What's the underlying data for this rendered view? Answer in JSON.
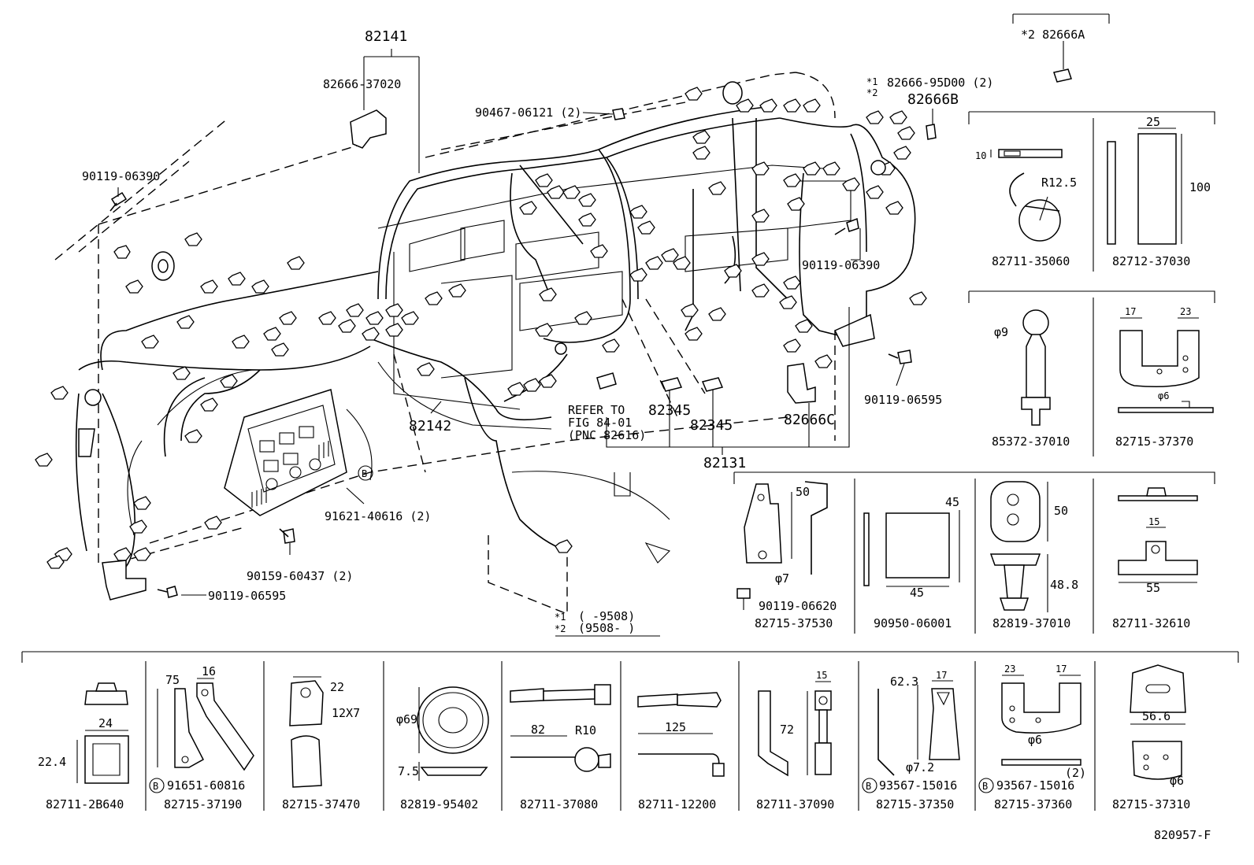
{
  "main_labels": {
    "l82141": "82141",
    "l82666_37020": "82666-37020",
    "l90467": "90467-06121 (2)",
    "l90119_06390_left": "90119-06390",
    "l90119_06390_right": "90119-06390",
    "l90119_06595_right": "90119-06595",
    "l90119_06595_bottom": "90119-06595",
    "l91621": "91621-40616 (2)",
    "l90159": "90159-60437 (2)",
    "l82142": "82142",
    "l82345_a": "82345",
    "l82345_b": "82345",
    "l82666C": "82666C",
    "l82131": "82131",
    "refer1": "REFER TO",
    "refer2": "FIG 84-01",
    "refer3": "(PNC 82616)",
    "l82666_95D00": "82666-95D00 (2)",
    "star1_top": "*1",
    "star2_top": "*2",
    "l82666B": "82666B",
    "l82666A": "*2 82666A",
    "note_star1": "*1",
    "note_range1": "(    -9508)",
    "note_star2": "*2",
    "note_range2": "(9508-    )",
    "circle_b": "B"
  },
  "right_panel": {
    "r1": {
      "p1": {
        "code": "82711-35060",
        "dim_10": "10",
        "dim_r": "R12.5"
      },
      "p2": {
        "code": "82712-37030",
        "dim_25": "25",
        "dim_100": "100"
      }
    },
    "r2": {
      "p1": {
        "code": "85372-37010",
        "dim_phi": "φ9"
      },
      "p2": {
        "code": "82715-37370",
        "dim_17": "17",
        "dim_23": "23",
        "dim_phi": "φ6"
      }
    },
    "r3": {
      "p1": {
        "code": "82715-37530",
        "bolt": "90119-06620",
        "dim_50": "50",
        "dim_phi": "φ7"
      },
      "p2": {
        "code": "90950-06001",
        "dim_45a": "45",
        "dim_45b": "45"
      },
      "p3": {
        "code": "82819-37010",
        "dim_50": "50",
        "dim_48": "48.8"
      },
      "p4": {
        "code": "82711-32610",
        "dim_15": "15",
        "dim_55": "55"
      }
    }
  },
  "bottom_row": [
    {
      "code": "82711-2B640",
      "d1": "24",
      "d2": "22.4"
    },
    {
      "code": "82715-37190",
      "d1": "75",
      "d2": "16",
      "sub": "91651-60816"
    },
    {
      "code": "82715-37470",
      "d1": "22",
      "d2": "12X7"
    },
    {
      "code": "82819-95402",
      "d1": "φ69",
      "d2": "7.5"
    },
    {
      "code": "82711-37080",
      "d1": "82",
      "d2": "R10"
    },
    {
      "code": "82711-12200",
      "d1": "125"
    },
    {
      "code": "82711-37090",
      "d1": "15",
      "d2": "72"
    },
    {
      "code": "82715-37350",
      "d1": "62.3",
      "d2": "17",
      "d3": "φ7.2",
      "sub": "93567-15016"
    },
    {
      "code": "82715-37360",
      "d1": "23",
      "d2": "17",
      "d3": "φ6",
      "sub": "93567-15016",
      "sub2": "(2)"
    },
    {
      "code": "82715-37310",
      "d1": "56.6",
      "d2": "φ6"
    }
  ],
  "figure_id": "820957-F"
}
